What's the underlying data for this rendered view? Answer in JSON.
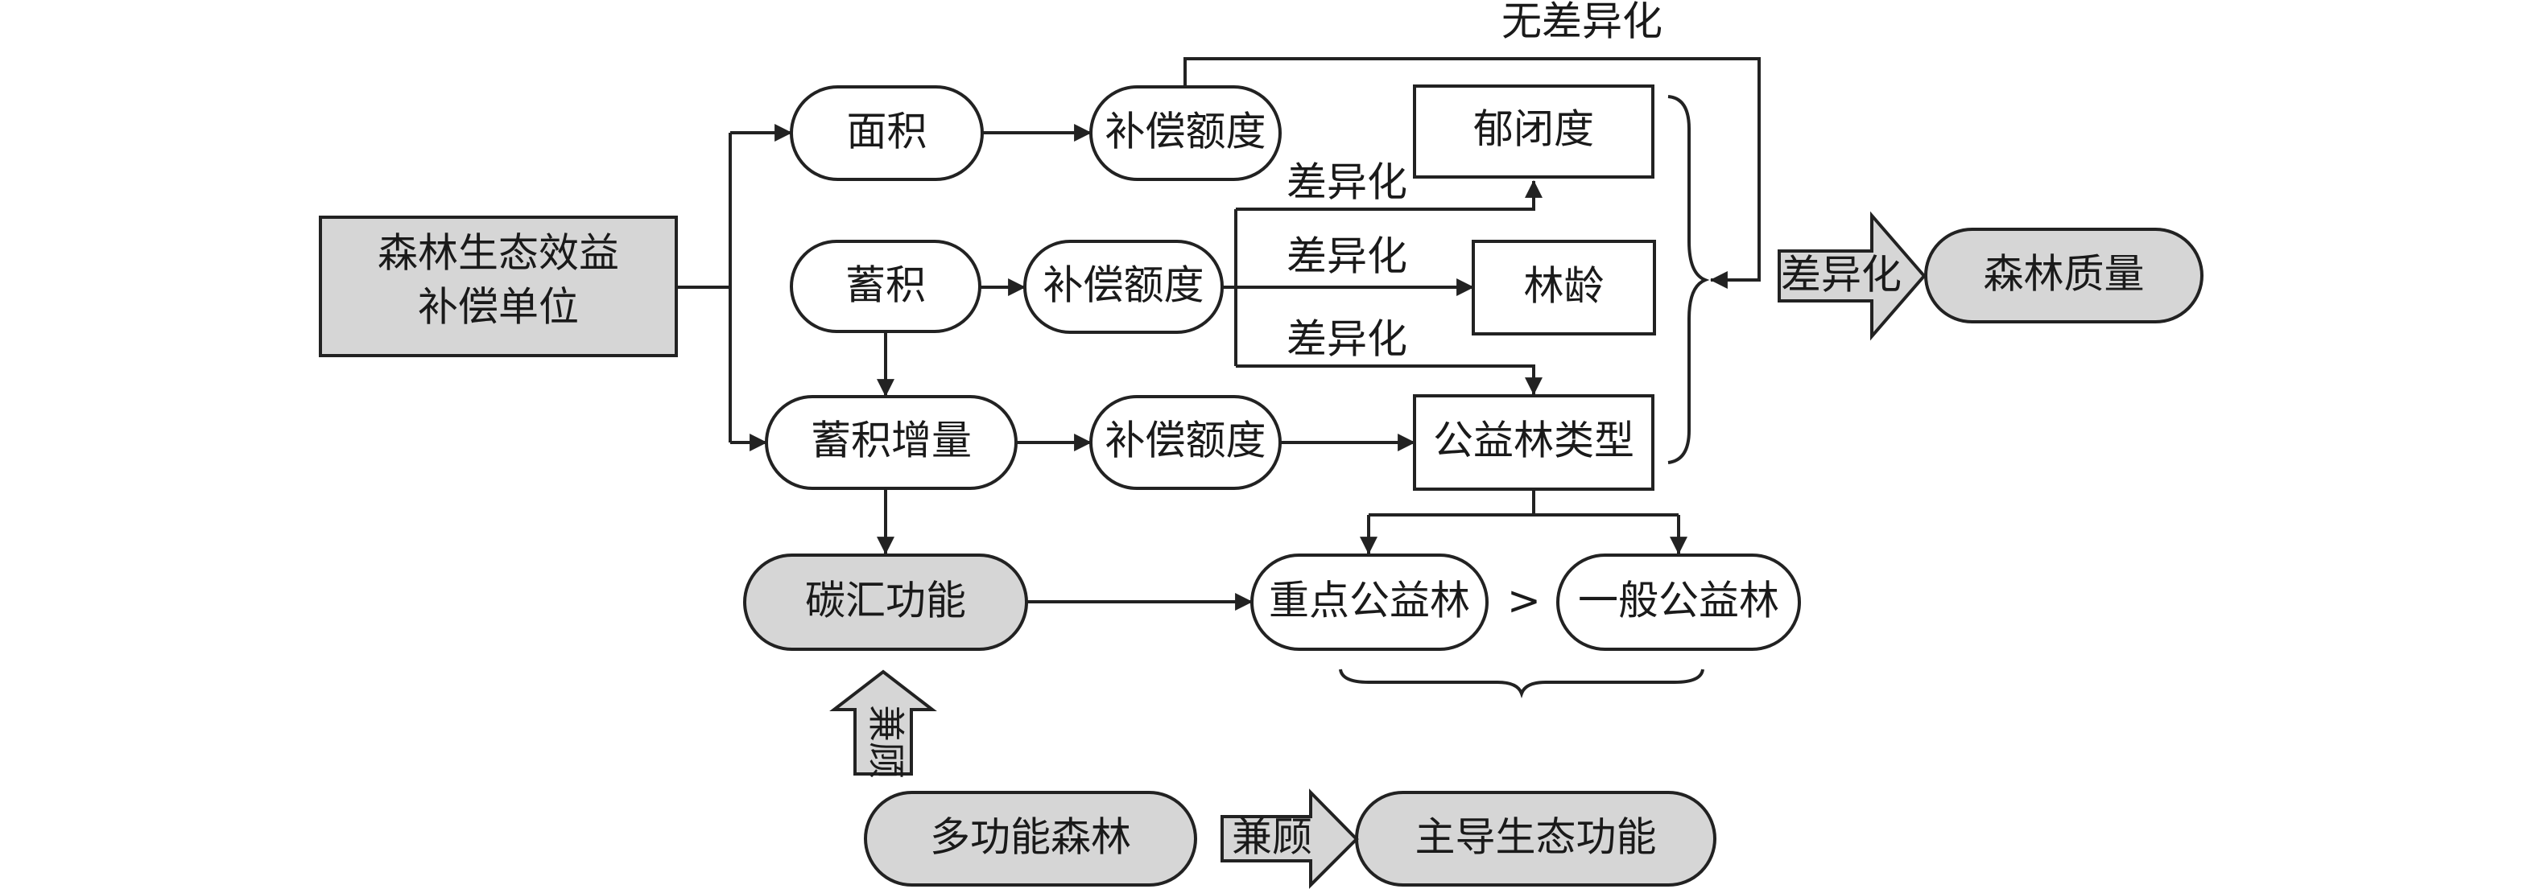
{
  "nodes": {
    "source": {
      "line1": "森林生态效益",
      "line2": "补偿单位"
    },
    "area": "面积",
    "stock": "蓄积",
    "stock_increment": "蓄积增量",
    "comp_amount_1": "补偿额度",
    "comp_amount_2": "补偿额度",
    "comp_amount_3": "补偿额度",
    "canopy_density": "郁闭度",
    "forest_age": "林龄",
    "public_forest_type": "公益林类型",
    "carbon_sink": "碳汇功能",
    "key_public_forest": "重点公益林",
    "general_public_forest": "一般公益林",
    "forest_quality": "森林质量",
    "multifunctional_forest": "多功能森林",
    "dominant_eco_function": "主导生态功能"
  },
  "labels": {
    "no_differentiation": "无差异化",
    "diff_1": "差异化",
    "diff_2": "差异化",
    "diff_3": "差异化",
    "diff_arrow": "差异化",
    "greater_than": ">",
    "both_arrow_horizontal": "兼顾",
    "both_arrow_vertical": "兼顾"
  }
}
